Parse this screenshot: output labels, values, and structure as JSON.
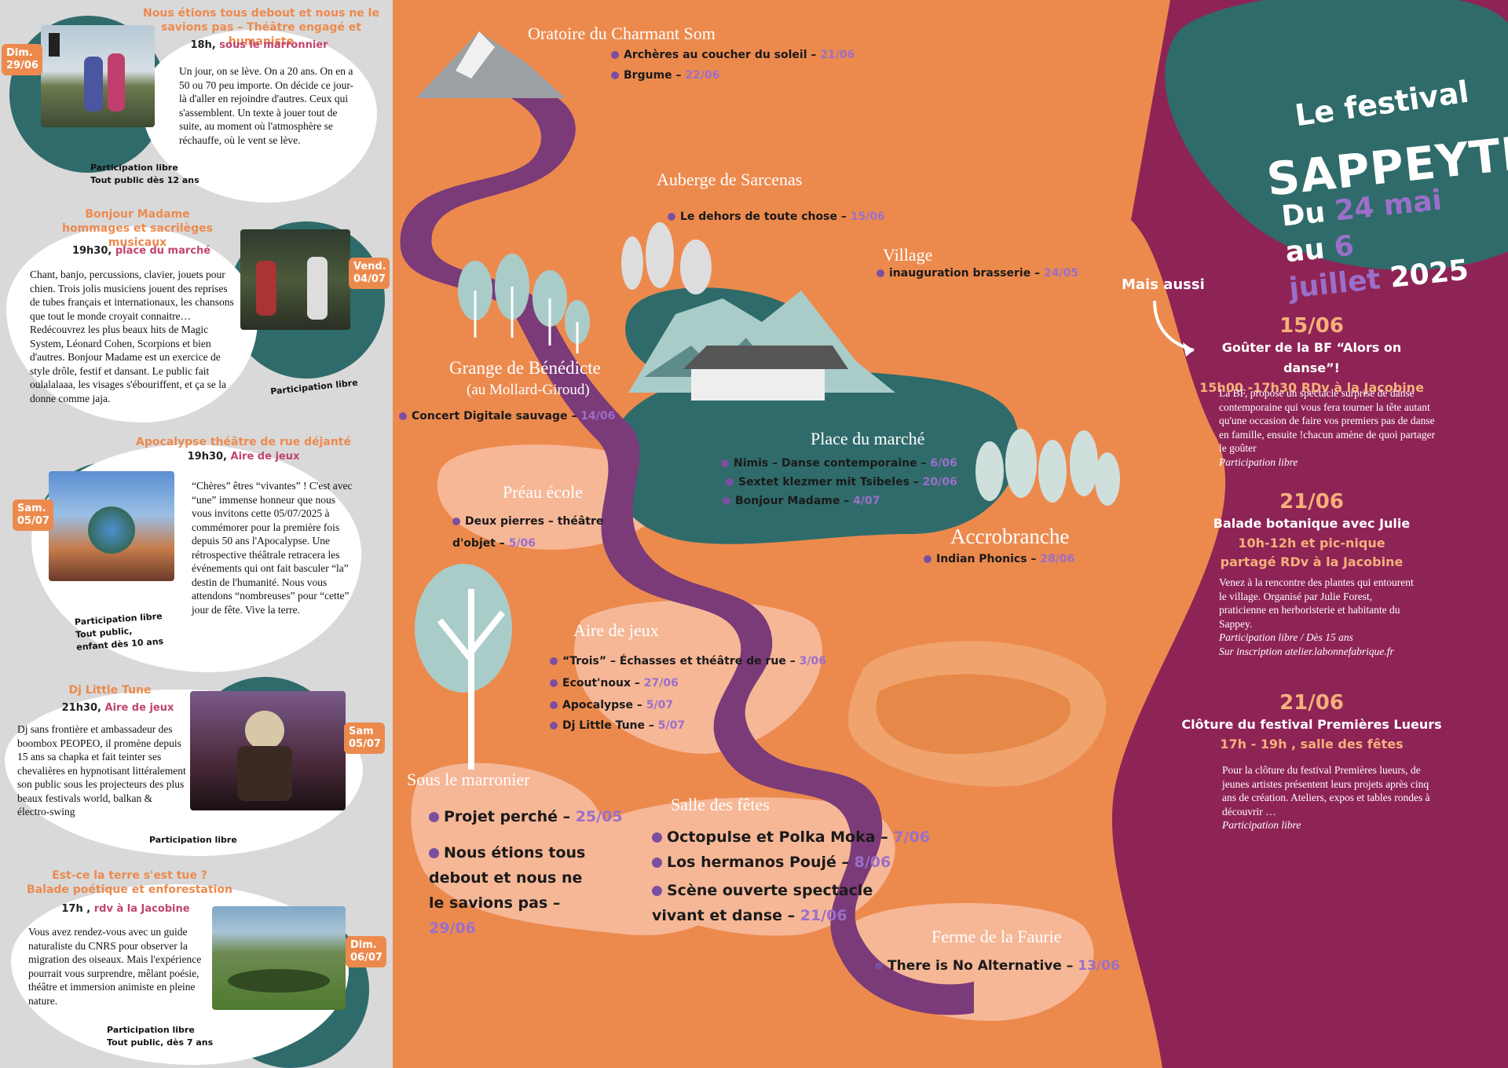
{
  "left_cards": [
    {
      "title": "Nous étions tous debout et nous ne le savions pas – Théâtre engagé et humaniste",
      "time": "18h,",
      "place": "sous le marronnier",
      "date_badge": "Dim. 29/06",
      "body": "Un jour, on se lève. On a 20  ans. On en a 50  ou 70 peu importe. On décide ce jour-là d'aller en rejoindre d'autres. Ceux qui s'assemblent. Un texte à jouer tout de suite, au moment où l'atmosphère se réchauffe, où le vent se lève.",
      "note": "Participation libre\nTout public dès 12 ans"
    },
    {
      "title": "Bonjour Madame\nhommages et sacrilèges musicaux",
      "time": "19h30,",
      "place": "place du marché",
      "date_badge": "Vend. 04/07",
      "body": "Chant, banjo, percussions, clavier, jouets pour chien. Trois jolis musiciens jouent des reprises de tubes français et internationaux, les chansons que tout le monde croyait connaitre… Redécouvrez les plus beaux hits de Magic System, Léonard Cohen, Scorpions et bien d'autres. Bonjour Madame est un exercice de style drôle, festif et dansant. Le public fait oulalalaaa, les visages s'ébouriffent, et ça se la donne comme jaja.",
      "note": "Participation libre"
    },
    {
      "title": "Apocalypse théâtre de rue déjanté",
      "time": "19h30,",
      "place": "Aire de jeux",
      "date_badge": "Sam. 05/07",
      "body": "“Chères” êtres “vivantes” ! C'est avec “une” immense honneur que nous vous invitons cette 05/07/2025 à commémorer pour la première fois depuis 50 ans l'Apocalypse. Une rétrospective théâtrale retracera les événements qui ont fait basculer “la” destin de l'humanité. Nous vous attendons “nombreuses” pour “cette” jour de fête. Vive la terre.",
      "note": "Participation libre\nTout public,\nenfant dès 10 ans"
    },
    {
      "title": "Dj Little Tune",
      "time": "21h30,",
      "place": "Aire de jeux",
      "date_badge": "Sam 05/07",
      "body": "Dj sans frontière et ambassadeur des boombox PEOPEO, il promène depuis 15 ans sa chapka et fait teinter ses chevalières en hypnotisant littéralement son public sous les projecteurs des plus beaux festivals world, balkan & électro-swing",
      "note": "Participation libre"
    },
    {
      "title": "Est-ce la terre s'est tue ?\nBalade poétique et enforestation",
      "time": "17h ,",
      "place": "rdv à la Jacobine",
      "date_badge": "Dim. 06/07",
      "body": "Vous avez rendez-vous avec un guide naturaliste du CNRS pour observer la migration des oiseaux. Mais l'expérience pourrait vous surprendre, mêlant poésie, théâtre et immersion animiste en pleine nature.",
      "note": "Participation libre\nTout public, dès 7 ans"
    }
  ],
  "venues": {
    "oratoire": "Oratoire du Charmant Som",
    "auberge": "Auberge de Sarcenas",
    "village": "Village",
    "grange": "Grange de Bénédicte",
    "grange_sub": "(au Mollard-Giroud)",
    "place_marche": "Place du marché",
    "preau": "Préau école",
    "accrobranche": "Accrobranche",
    "aire": "Aire de jeux",
    "marronier": "Sous le marronier",
    "salle": "Salle des fêtes",
    "ferme": "Ferme de la Faurie"
  },
  "events": {
    "oratoire": [
      {
        "name": "Archères au coucher du soleil",
        "date": "21/06"
      },
      {
        "name": "Brgume",
        "date": "22/06"
      }
    ],
    "auberge": [
      {
        "name": "Le dehors de toute chose",
        "date": "15/06"
      }
    ],
    "village": [
      {
        "name": "inauguration brasserie",
        "date": "24/05"
      }
    ],
    "grange": [
      {
        "name": "Concert Digitale sauvage",
        "date": "14/06"
      }
    ],
    "place_marche": [
      {
        "name": "Nimis – Danse contemporaine",
        "date": "6/06"
      },
      {
        "name": "Sextet klezmer mit Tsibeles",
        "date": "20/06"
      },
      {
        "name": "Bonjour Madame",
        "date": "4/07"
      }
    ],
    "preau": [
      {
        "name": "Deux pierres – théâtre d'objet",
        "date": "5/06"
      }
    ],
    "accrobranche": [
      {
        "name": "Indian Phonics",
        "date": "28/06"
      }
    ],
    "aire": [
      {
        "name": "“Trois” – Échasses et théâtre de rue",
        "date": "3/06"
      },
      {
        "name": "Ecout'noux",
        "date": "27/06"
      },
      {
        "name": "Apocalypse",
        "date": "5/07"
      },
      {
        "name": "Dj Little Tune",
        "date": "5/07"
      }
    ],
    "marronier": [
      {
        "name": "Projet perché",
        "date": "25/05"
      },
      {
        "name": "Nous étions tous debout et nous ne le savions pas",
        "date": "29/06"
      }
    ],
    "salle": [
      {
        "name": "Octopulse et Polka Moka",
        "date": "7/06"
      },
      {
        "name": "Los hermanos Poujé",
        "date": "8/06"
      },
      {
        "name": "Scène ouverte spectacle vivant et danse",
        "date": "21/06"
      }
    ],
    "ferme": [
      {
        "name": "There is No Alternative",
        "date": "13/06"
      }
    ]
  },
  "header": {
    "line1": "Le festival",
    "line2": "SAPPEYTILLE",
    "du": "Du",
    "date_start": "24 mai",
    "au": "au",
    "six": "6",
    "juillet": "juillet",
    "year": "2025",
    "mais_aussi": "Mais aussi"
  },
  "right_events": [
    {
      "date": "15/06",
      "title": "Goûter de la BF “Alors on danse”!",
      "sub": "15h00 -17h30 RDv à la Jacobine",
      "body": "La BF, propose un  spectacle surprise de danse contemporaine qui vous fera tourner la tête autant qu'une occasion de faire vos premiers pas de danse en famille, ensuite !chacun amène de quoi partager le goûter",
      "note": "Participation libre"
    },
    {
      "date": "21/06",
      "title": "Balade botanique avec Julie",
      "sub": "10h-12h et pic-nique partagé RDv à la Jacobine",
      "body": "Venez à la rencontre des plantes qui entourent le village. Organisé par Julie Forest, praticienne en herboristerie et habitante du Sappey.",
      "note": "Participation libre / Dès 15 ans",
      "note2": "Sur inscription atelier.labonnefabrique.fr"
    },
    {
      "date": "21/06",
      "title": "Clôture du festival Premières Lueurs",
      "sub": "17h - 19h , salle des fêtes",
      "body": "Pour la clôture du festival Premières lueurs, de jeunes artistes présentent leurs projets après cinq ans de création. Ateliers, expos et tables rondes à découvrir …",
      "note": "Participation libre"
    }
  ],
  "colors": {
    "orange": "#ec8a4e",
    "teal": "#2f6b6a",
    "purple": "#7b3a78",
    "maroon": "#8e2455",
    "peach": "#f6b797",
    "lilac": "#9b6fc9"
  }
}
